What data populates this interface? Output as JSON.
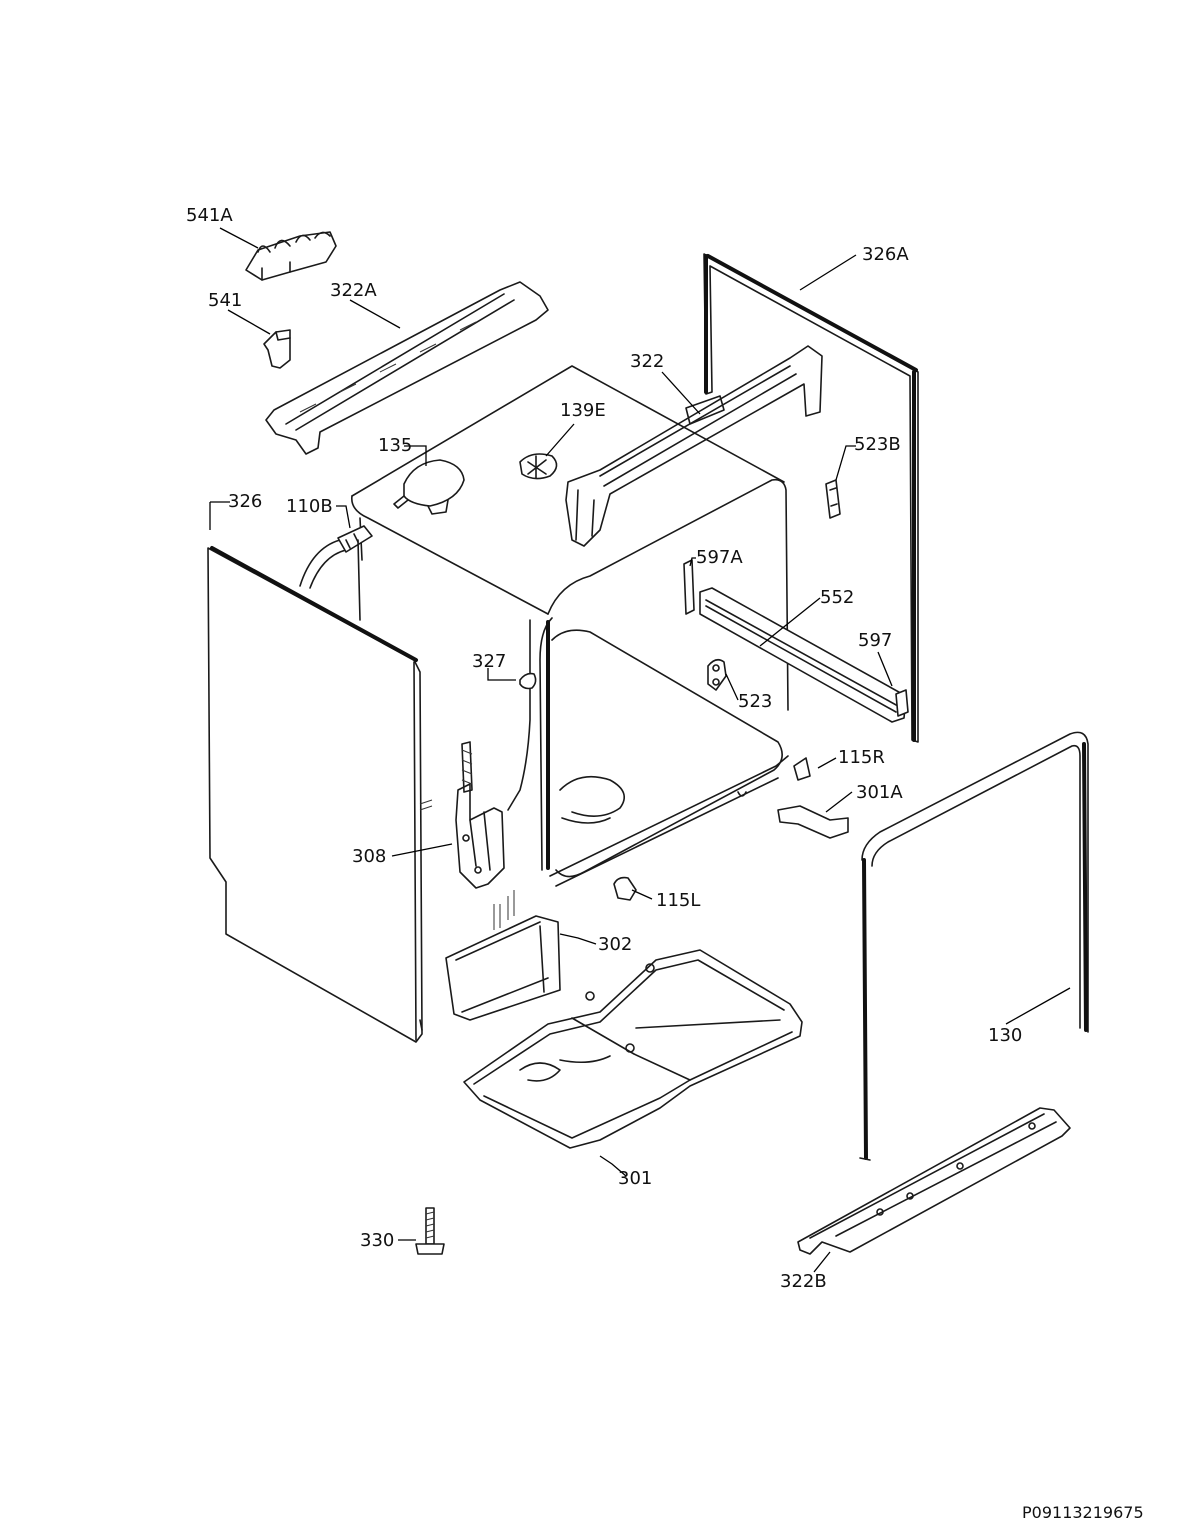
{
  "labels": {
    "p541A": "541A",
    "p541": "541",
    "p322A": "322A",
    "p326A": "326A",
    "p322": "322",
    "p139E": "139E",
    "p135": "135",
    "p523B": "523B",
    "p326": "326",
    "p110B": "110B",
    "p597A": "597A",
    "p552": "552",
    "p597": "597",
    "p327": "327",
    "p523": "523",
    "p115R": "115R",
    "p301A": "301A",
    "p308": "308",
    "p115L": "115L",
    "p302": "302",
    "p130": "130",
    "p301": "301",
    "p330": "330",
    "p322B": "322B"
  },
  "document_id": "P09113219675"
}
